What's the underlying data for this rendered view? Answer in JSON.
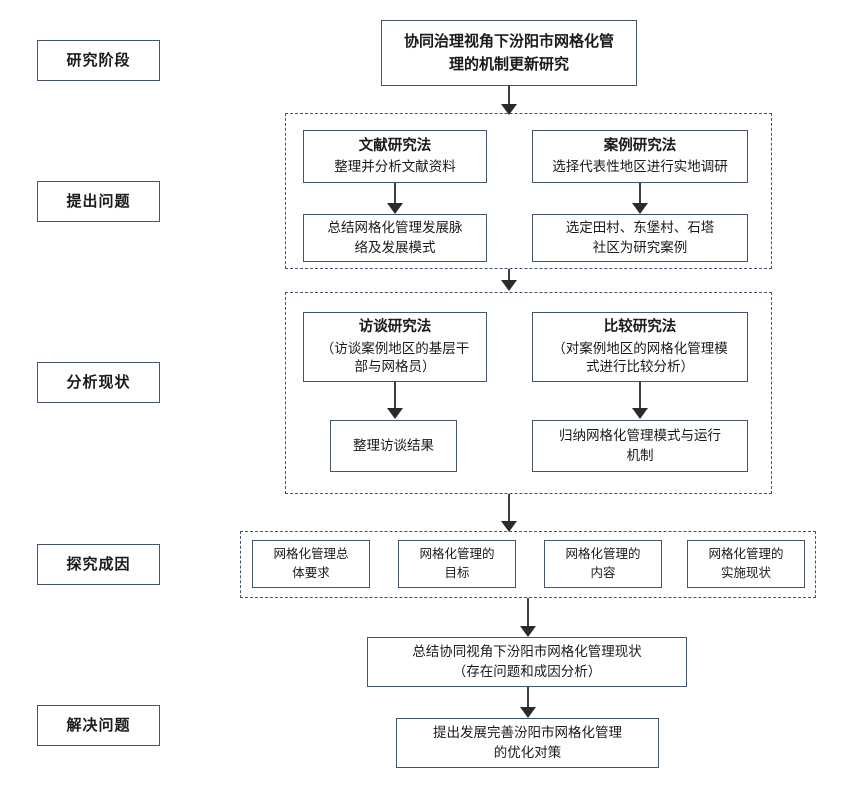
{
  "diagram": {
    "title": "协同治理视角下汾阳市网格化管理的机制更新研究",
    "title_line1": "协同治理视角下汾阳市网格化管",
    "title_line2": "理的机制更新研究",
    "accent_border": "#44546A",
    "arrow_color": "#2b2b2b",
    "background": "#ffffff"
  },
  "stages": [
    {
      "id": "stage-research-phase",
      "label": "研究阶段"
    },
    {
      "id": "stage-raise-question",
      "label": "提出问题"
    },
    {
      "id": "stage-analyze-status",
      "label": "分析现状"
    },
    {
      "id": "stage-explore-cause",
      "label": "探究成因"
    },
    {
      "id": "stage-solve-problem",
      "label": "解决问题"
    }
  ],
  "group_raise_question": {
    "literature_method": {
      "heading": "文献研究法",
      "detail": "整理并分析文献资料"
    },
    "literature_result": {
      "line1": "总结网格化管理发展脉",
      "line2": "络及发展模式"
    },
    "case_method": {
      "heading": "案例研究法",
      "detail": "选择代表性地区进行实地调研"
    },
    "case_result": {
      "line1": "选定田村、东堡村、石塔",
      "line2": "社区为研究案例"
    }
  },
  "group_analyze_status": {
    "interview_method": {
      "heading": "访谈研究法",
      "line1": "（访谈案例地区的基层干",
      "line2": "部与网格员）"
    },
    "interview_result": {
      "line1": "整理访谈结果"
    },
    "comparison_method": {
      "heading": "比较研究法",
      "line1": "（对案例地区的网格化管理模",
      "line2": "式进行比较分析）"
    },
    "comparison_result": {
      "line1": "归纳网格化管理模式与运行",
      "line2": "机制"
    }
  },
  "group_explore_cause": {
    "items": [
      {
        "line1": "网格化管理总",
        "line2": "体要求"
      },
      {
        "line1": "网格化管理的",
        "line2": "目标"
      },
      {
        "line1": "网格化管理的",
        "line2": "内容"
      },
      {
        "line1": "网格化管理的",
        "line2": "实施现状"
      }
    ]
  },
  "summary_box": {
    "line1": "总结协同视角下汾阳市网格化管理现状",
    "line2": "（存在问题和成因分析）"
  },
  "solution_box": {
    "line1": "提出发展完善汾阳市网格化管理",
    "line2": "的优化对策"
  }
}
